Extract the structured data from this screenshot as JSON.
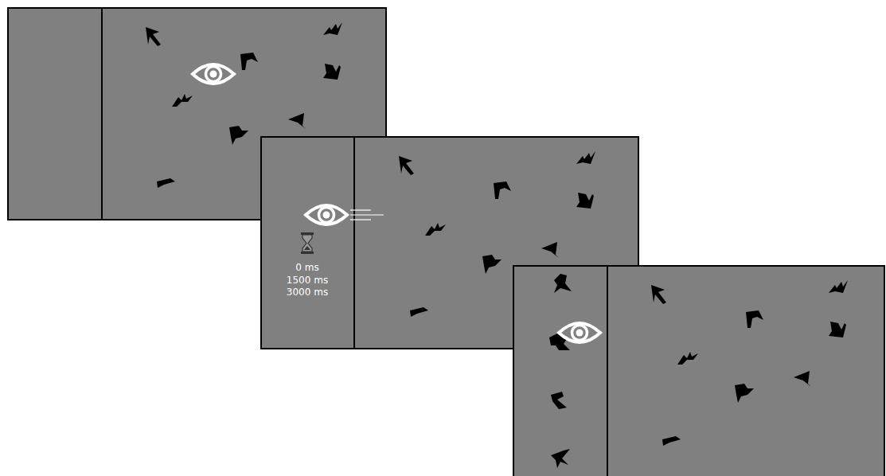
{
  "diagram": {
    "labels": [
      "0 ms",
      "1500 ms",
      "3000 ms"
    ]
  }
}
